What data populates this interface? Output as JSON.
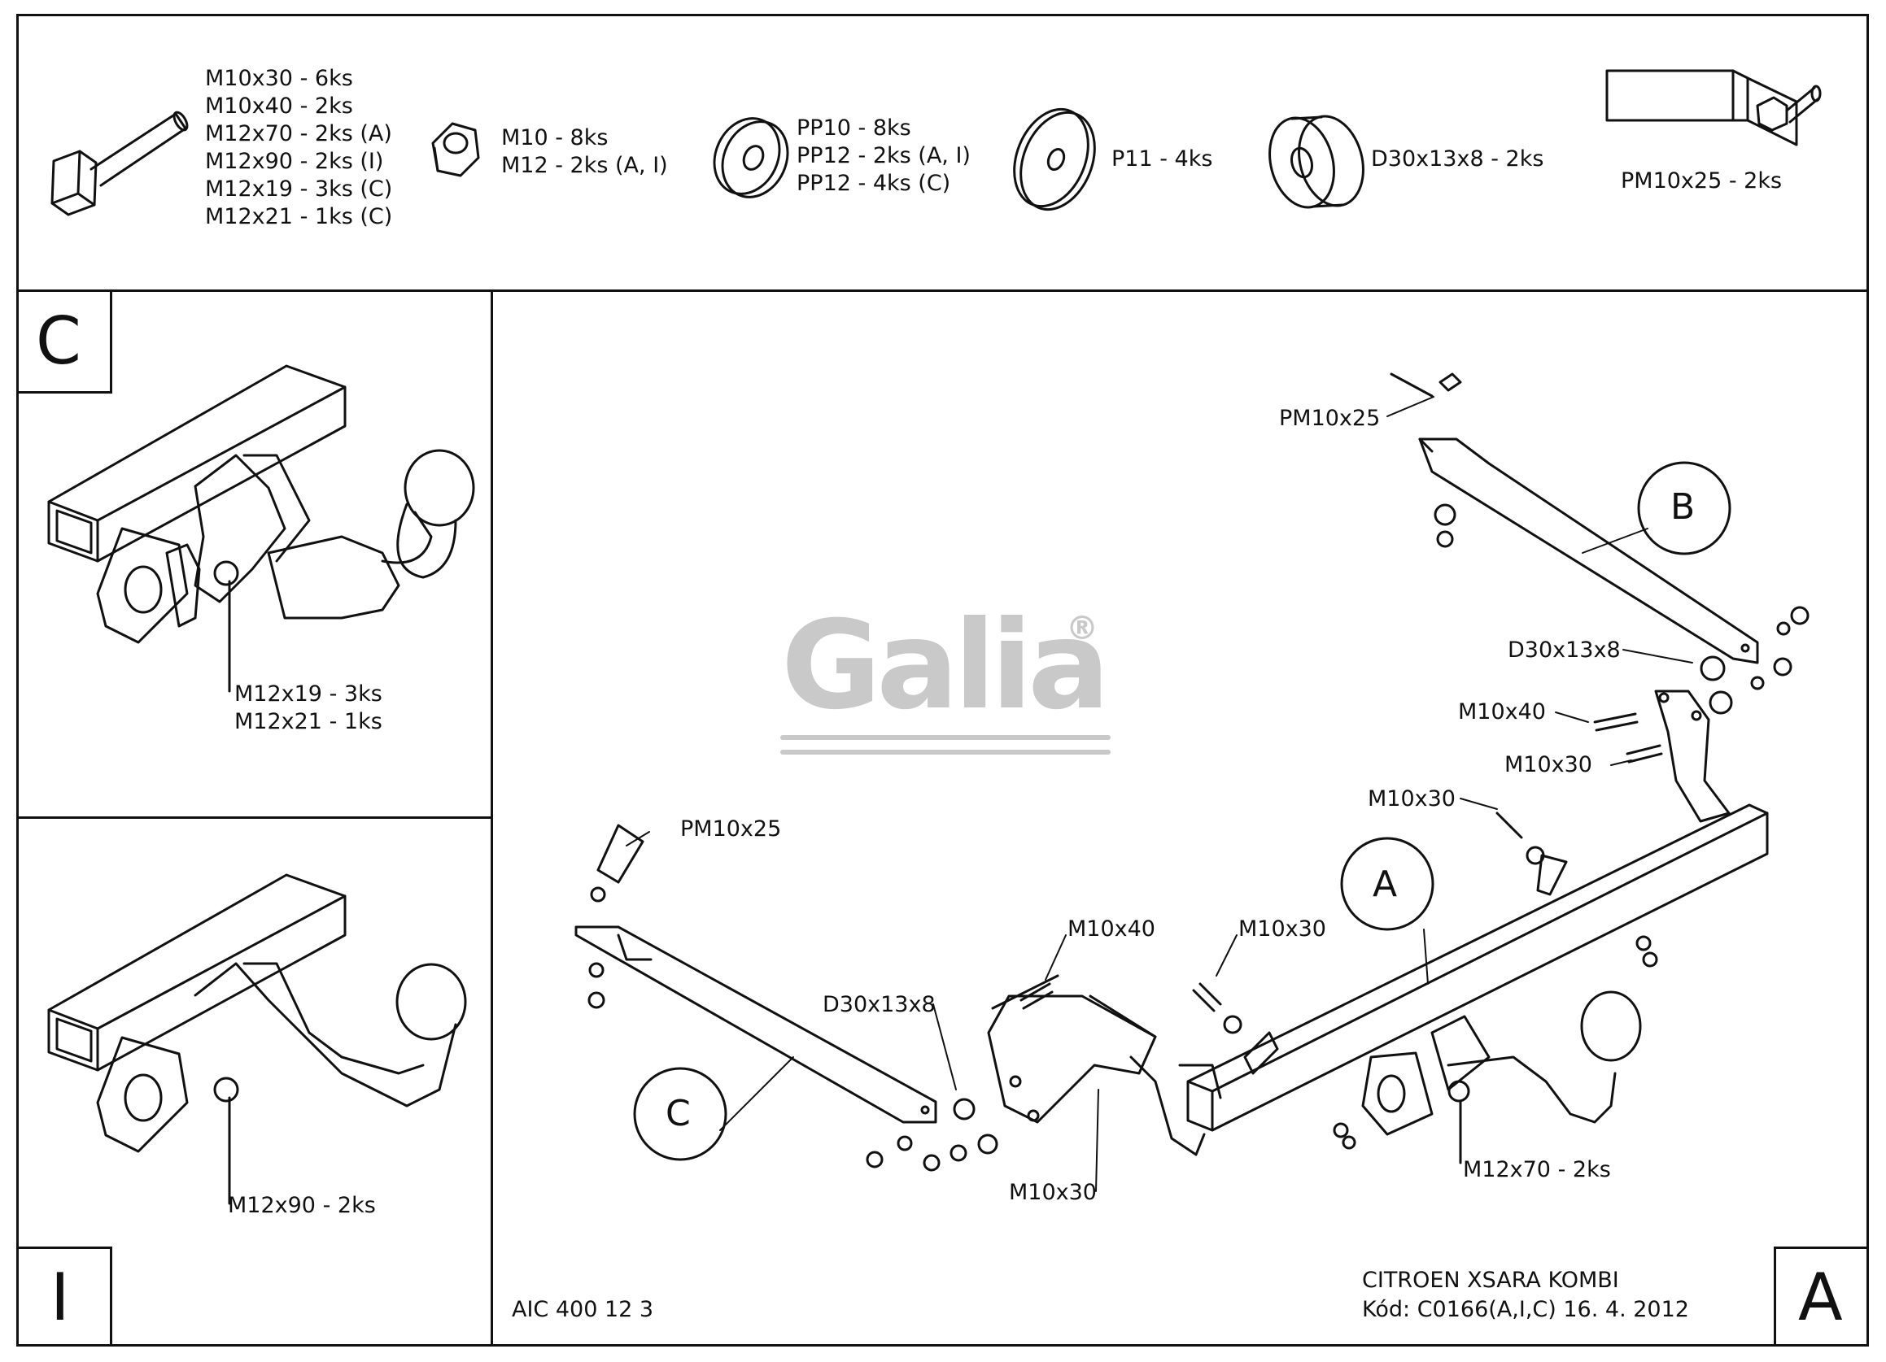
{
  "parts": {
    "bolts": [
      "M10x30 - 6ks",
      "M10x40 - 2ks",
      "M12x70 - 2ks (A)",
      "M12x90 - 2ks (I)",
      "M12x19 - 3ks (C)",
      "M12x21 - 1ks (C)"
    ],
    "nuts": [
      "M10 - 8ks",
      "M12 - 2ks (A, I)"
    ],
    "washers_pp": [
      "PP10 - 8ks",
      "PP12 - 2ks (A, I)",
      "PP12 - 4ks (C)"
    ],
    "washer_p11": "P11 - 4ks",
    "spacer": "D30x13x8 - 2ks",
    "plate": "PM10x25 - 2ks"
  },
  "panel_c": {
    "letter": "C",
    "labels": [
      "M12x19 - 3ks",
      "M12x21 - 1ks"
    ]
  },
  "panel_i": {
    "letter": "I",
    "label": "M12x90 - 2ks"
  },
  "main": {
    "letter": "A",
    "callouts": {
      "pm_top": "PM10x25",
      "b": "B",
      "d30_right": "D30x13x8",
      "m10x40_right": "M10x40",
      "m10x30_right": "M10x30",
      "m10x30_mid": "M10x30",
      "a": "A",
      "pm_left": "PM10x25",
      "m10x40_mid": "M10x40",
      "m10x30_center": "M10x30",
      "d30_left": "D30x13x8",
      "c": "C",
      "m10x30_bottom": "M10x30",
      "m12x70": "M12x70 - 2ks"
    },
    "watermark": "Galia",
    "registered": "®",
    "code_left": "AIC 400 12 3",
    "vehicle": "CITROEN XSARA KOMBI",
    "code_line": "Kód: C0166(A,I,C)  16. 4. 2012"
  }
}
